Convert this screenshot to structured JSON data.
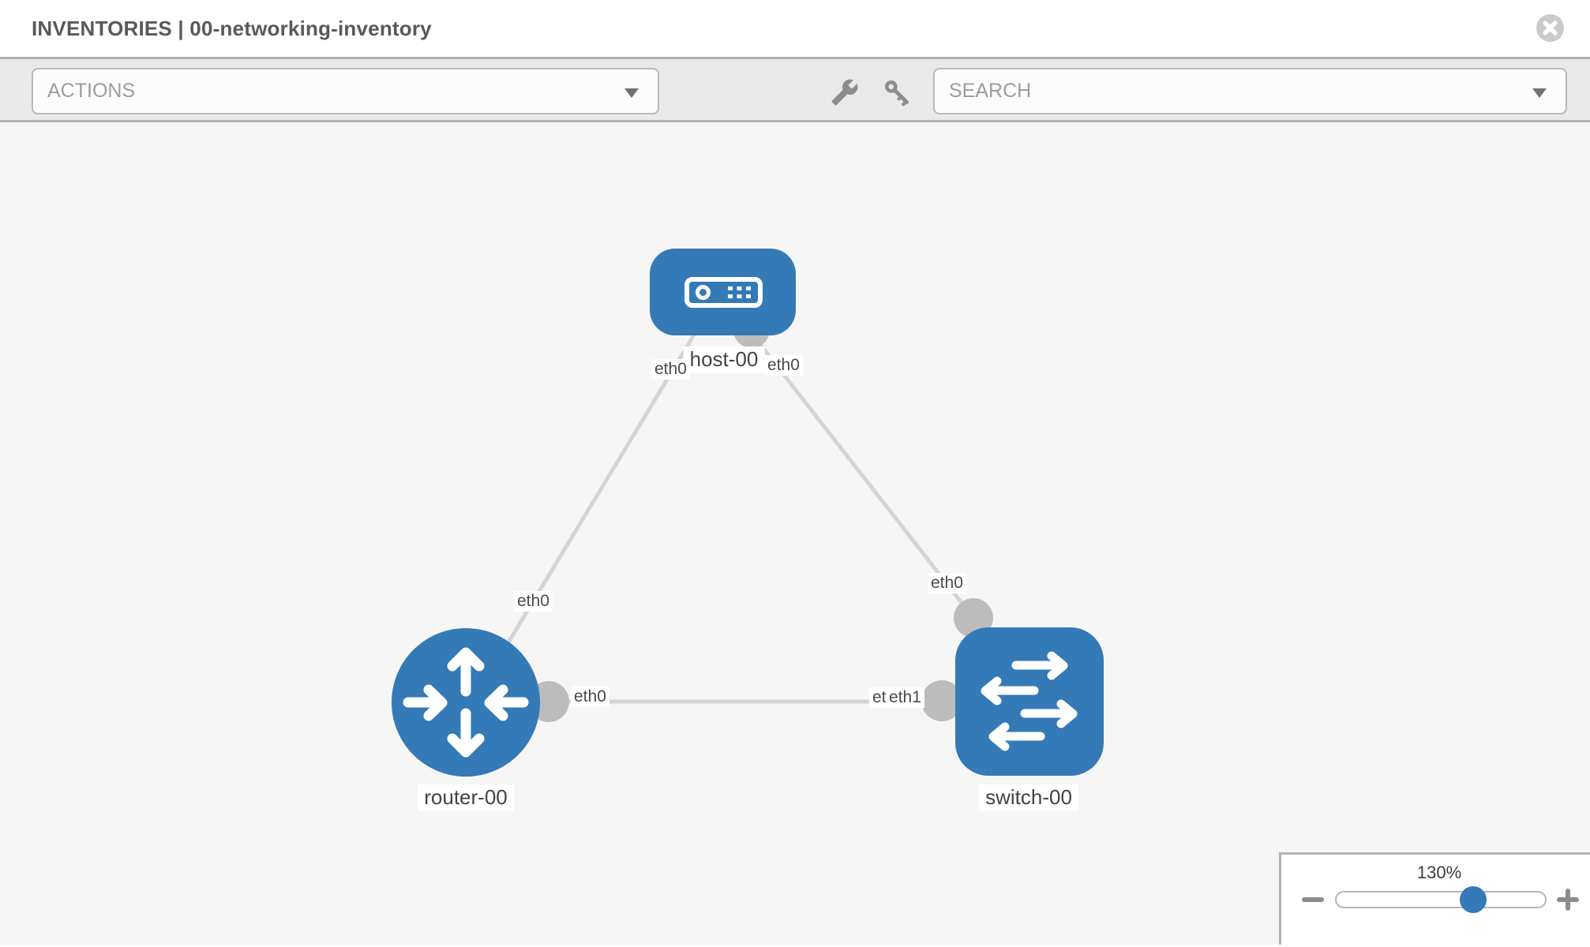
{
  "header": {
    "title": "INVENTORIES | 00-networking-inventory"
  },
  "toolbar": {
    "actions_placeholder": "ACTIONS",
    "search_placeholder": "SEARCH",
    "icons": [
      "wrench-icon",
      "key-icon"
    ]
  },
  "topology": {
    "nodes": [
      {
        "id": "host-00",
        "type": "host",
        "label": "host-00"
      },
      {
        "id": "router-00",
        "type": "router",
        "label": "router-00"
      },
      {
        "id": "switch-00",
        "type": "switch",
        "label": "switch-00"
      }
    ],
    "links": [
      {
        "from": "host-00",
        "to": "router-00",
        "from_interface": "eth0",
        "to_interface": "eth0"
      },
      {
        "from": "host-00",
        "to": "switch-00",
        "from_interface": "eth0",
        "to_interface": "eth0"
      },
      {
        "from": "router-00",
        "to": "switch-00",
        "from_interface": "eth0",
        "to_interface": "eth1",
        "to_interface_overlay": "eth1"
      }
    ]
  },
  "zoom_control": {
    "level": "130%"
  },
  "colors": {
    "node_blue": "#337ab7",
    "link_gray": "#d4d4d4",
    "connector_gray": "#bcbcbc",
    "toolbar_bg": "#e9e9e9",
    "canvas_bg": "#f6f6f6",
    "label_text": "#434343",
    "placeholder_text": "#9a9da1"
  }
}
